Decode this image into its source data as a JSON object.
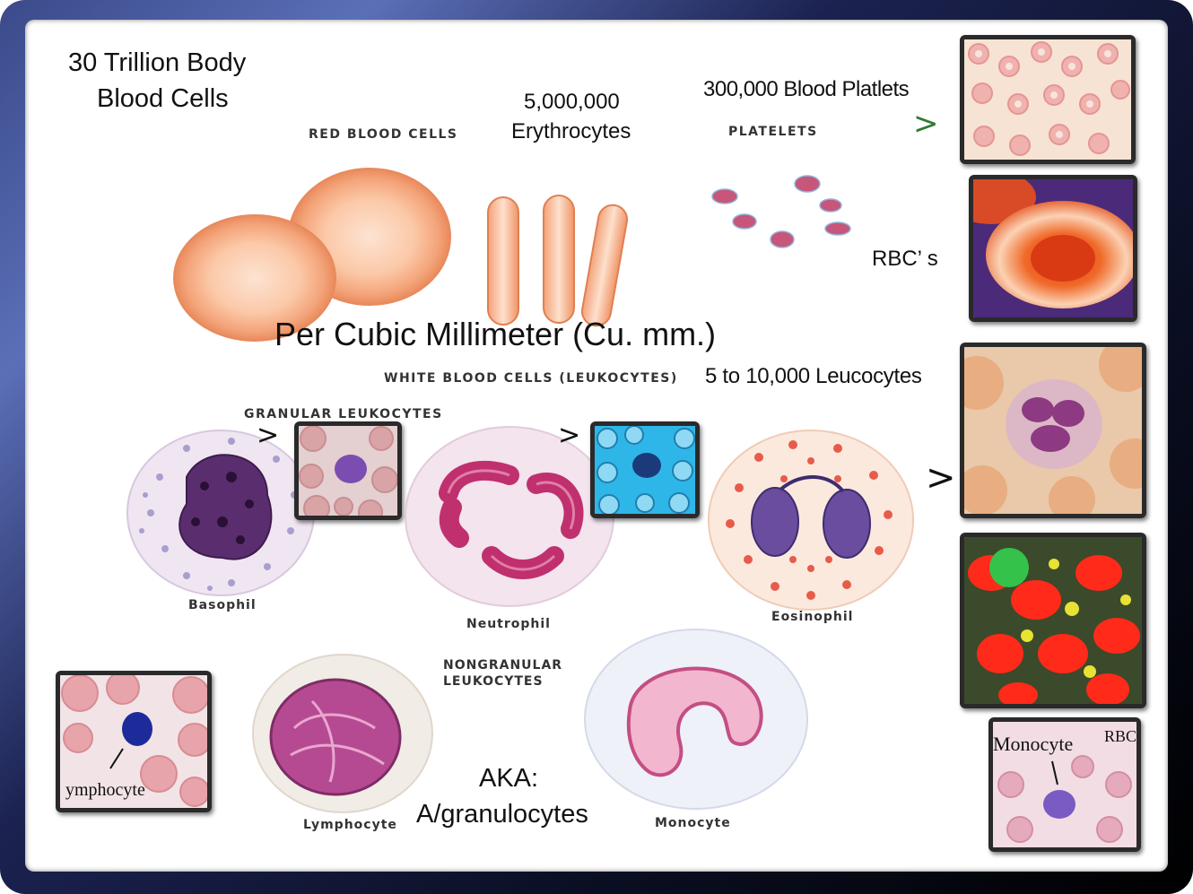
{
  "header": {
    "title_line1": "30 Trillion Body",
    "title_line2": "Blood Cells"
  },
  "red_cells": {
    "label": "RED BLOOD CELLS",
    "count": "5,000,000",
    "name": "Erythrocytes"
  },
  "platelets": {
    "count_label": "300,000 Blood Platlets",
    "label": "PLATELETS"
  },
  "rbc_photo_label": "RBC’ s",
  "per_volume": "Per Cubic Millimeter (Cu. mm.)",
  "white_cells": {
    "label": "WHITE BLOOD CELLS (LEUKOCYTES)",
    "count": "5 to 10,000 Leucocytes"
  },
  "granular": {
    "label": "GRANULAR LEUKOCYTES",
    "basophil": "Basophil",
    "neutrophil": "Neutrophil",
    "eosinophil": "Eosinophil"
  },
  "nongranular": {
    "label_line1": "NONGRANULAR",
    "label_line2": "LEUKOCYTES",
    "lymphocyte": "Lymphocyte",
    "monocyte": "Monocyte"
  },
  "aka": {
    "line1": "AKA:",
    "line2": "A/granulocytes"
  },
  "photo_labels": {
    "lymphocyte": "ymphocyte",
    "monocyte": "Monocyte",
    "rbc": "RBC"
  },
  "arrow_glyph": ">",
  "colors": {
    "frame_dark": "#0b0f24",
    "frame_blue": "#5b6fb8",
    "rbc_fill": "#f7b08a",
    "neutrophil_nucleus": "#c0306e",
    "basophil_nucleus": "#5a2e6e",
    "platelet_arrow": "#2e7d32"
  }
}
